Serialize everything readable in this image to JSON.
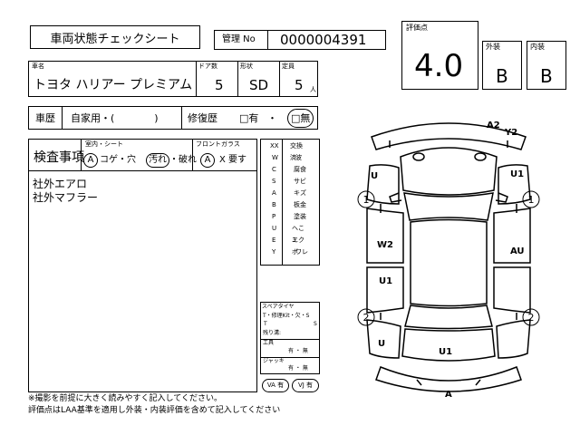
{
  "header": {
    "title": "車両状態チェックシート",
    "kanri_label": "管理 No",
    "kanri_value": "0000004391"
  },
  "score": {
    "label": "評価点",
    "value": "4.0",
    "exterior_label": "外装",
    "exterior_value": "B",
    "interior_label": "内装",
    "interior_value": "B"
  },
  "vehicle": {
    "name_label": "車名",
    "name_value": "トヨタ ハリアー プレミアム",
    "doors_label": "ドア数",
    "doors_value": "5",
    "body_label": "形状",
    "body_value": "SD",
    "capacity_label": "定員",
    "capacity_value": "5",
    "capacity_unit": "人"
  },
  "history": {
    "usage_label": "車歴",
    "usage_value": "自家用・(　　　　)",
    "repair_label": "修復歴",
    "repair_yes": "□有",
    "repair_sep": "・",
    "repair_no": "□無"
  },
  "inspection": {
    "title": "検査事項",
    "interior_label": "室内・シート",
    "interior_a": "A",
    "interior_koge": "コゲ・穴",
    "interior_yogore": "汚れ",
    "interior_yabure": "・破れ",
    "glass_label": "フロントガラス",
    "glass_a": "A",
    "glass_text": "X 要す",
    "notes": [
      "社外エアロ",
      "社外マフラー"
    ]
  },
  "legend": [
    {
      "code": "XX",
      "label": "交換済"
    },
    {
      "code": "W",
      "label": "波"
    },
    {
      "code": "C",
      "label": "腐食"
    },
    {
      "code": "S",
      "label": "サビ"
    },
    {
      "code": "A",
      "label": "キズ"
    },
    {
      "code": "B",
      "label": "板金"
    },
    {
      "code": "P",
      "label": "塗装"
    },
    {
      "code": "U",
      "label": "ヘこミ"
    },
    {
      "code": "E",
      "label": "エクボ"
    },
    {
      "code": "Y",
      "label": "ワレ"
    }
  ],
  "spare": {
    "tire_label": "スペアタイヤ",
    "tire_text": "T・修理Kit・欠・S",
    "tire_sub": "T",
    "tire_sub_right": "S",
    "tire_remain": "残り溝:",
    "tools_label": "工具",
    "tools_value": "有 ・ 無",
    "jack_label": "ジャッキ",
    "jack_value": "有 ・ 無"
  },
  "buttons": {
    "va": "VA 有",
    "vj": "VJ 有"
  },
  "footer": {
    "line1": "※撮影を前提に大きく読みやすく記入してください。",
    "line2": "評価点はLAA基準を適用し外装・内装評価を含めて記入してください"
  },
  "diagram": {
    "marks": {
      "a2": "A2",
      "y2": "Y2",
      "u_front_left": "U",
      "u1_front_right": "U1",
      "w2": "W2",
      "au": "AU",
      "u1_left": "U1",
      "u_rear_left": "U",
      "u1_rear": "U1",
      "a_rear": "A"
    },
    "wheels": [
      "1",
      "1",
      "2",
      "2"
    ]
  }
}
